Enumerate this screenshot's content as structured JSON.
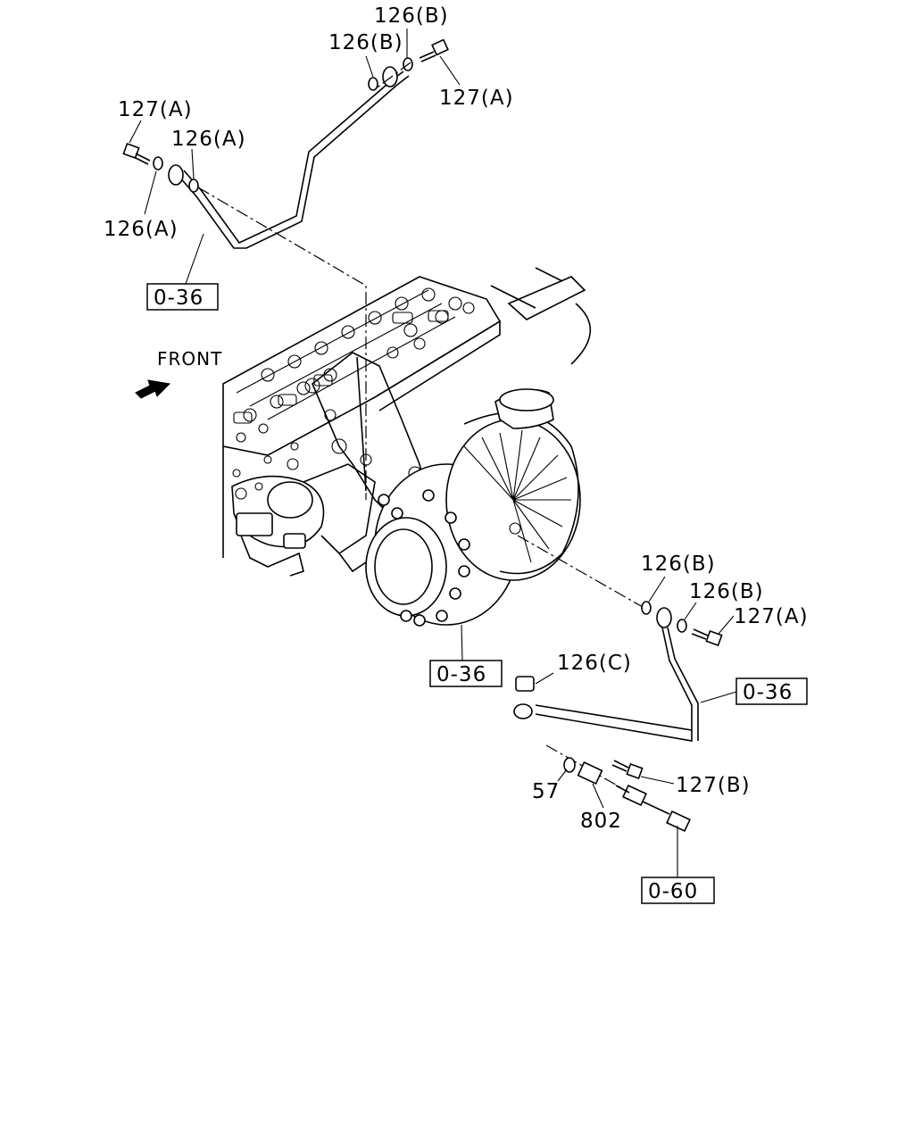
{
  "labels": {
    "l1": "126(B)",
    "l2": "126(B)",
    "l3": "127(A)",
    "l4": "127(A)",
    "l5": "126(A)",
    "l6": "126(A)",
    "ref1": "0-36",
    "front": "FRONT",
    "l7": "126(B)",
    "l8": "126(B)",
    "l9": "127(A)",
    "ref2": "0-36",
    "l10": "126(C)",
    "ref3": "0-36",
    "l11": "57",
    "l12": "127(B)",
    "l13": "802",
    "ref4": "0-60"
  }
}
